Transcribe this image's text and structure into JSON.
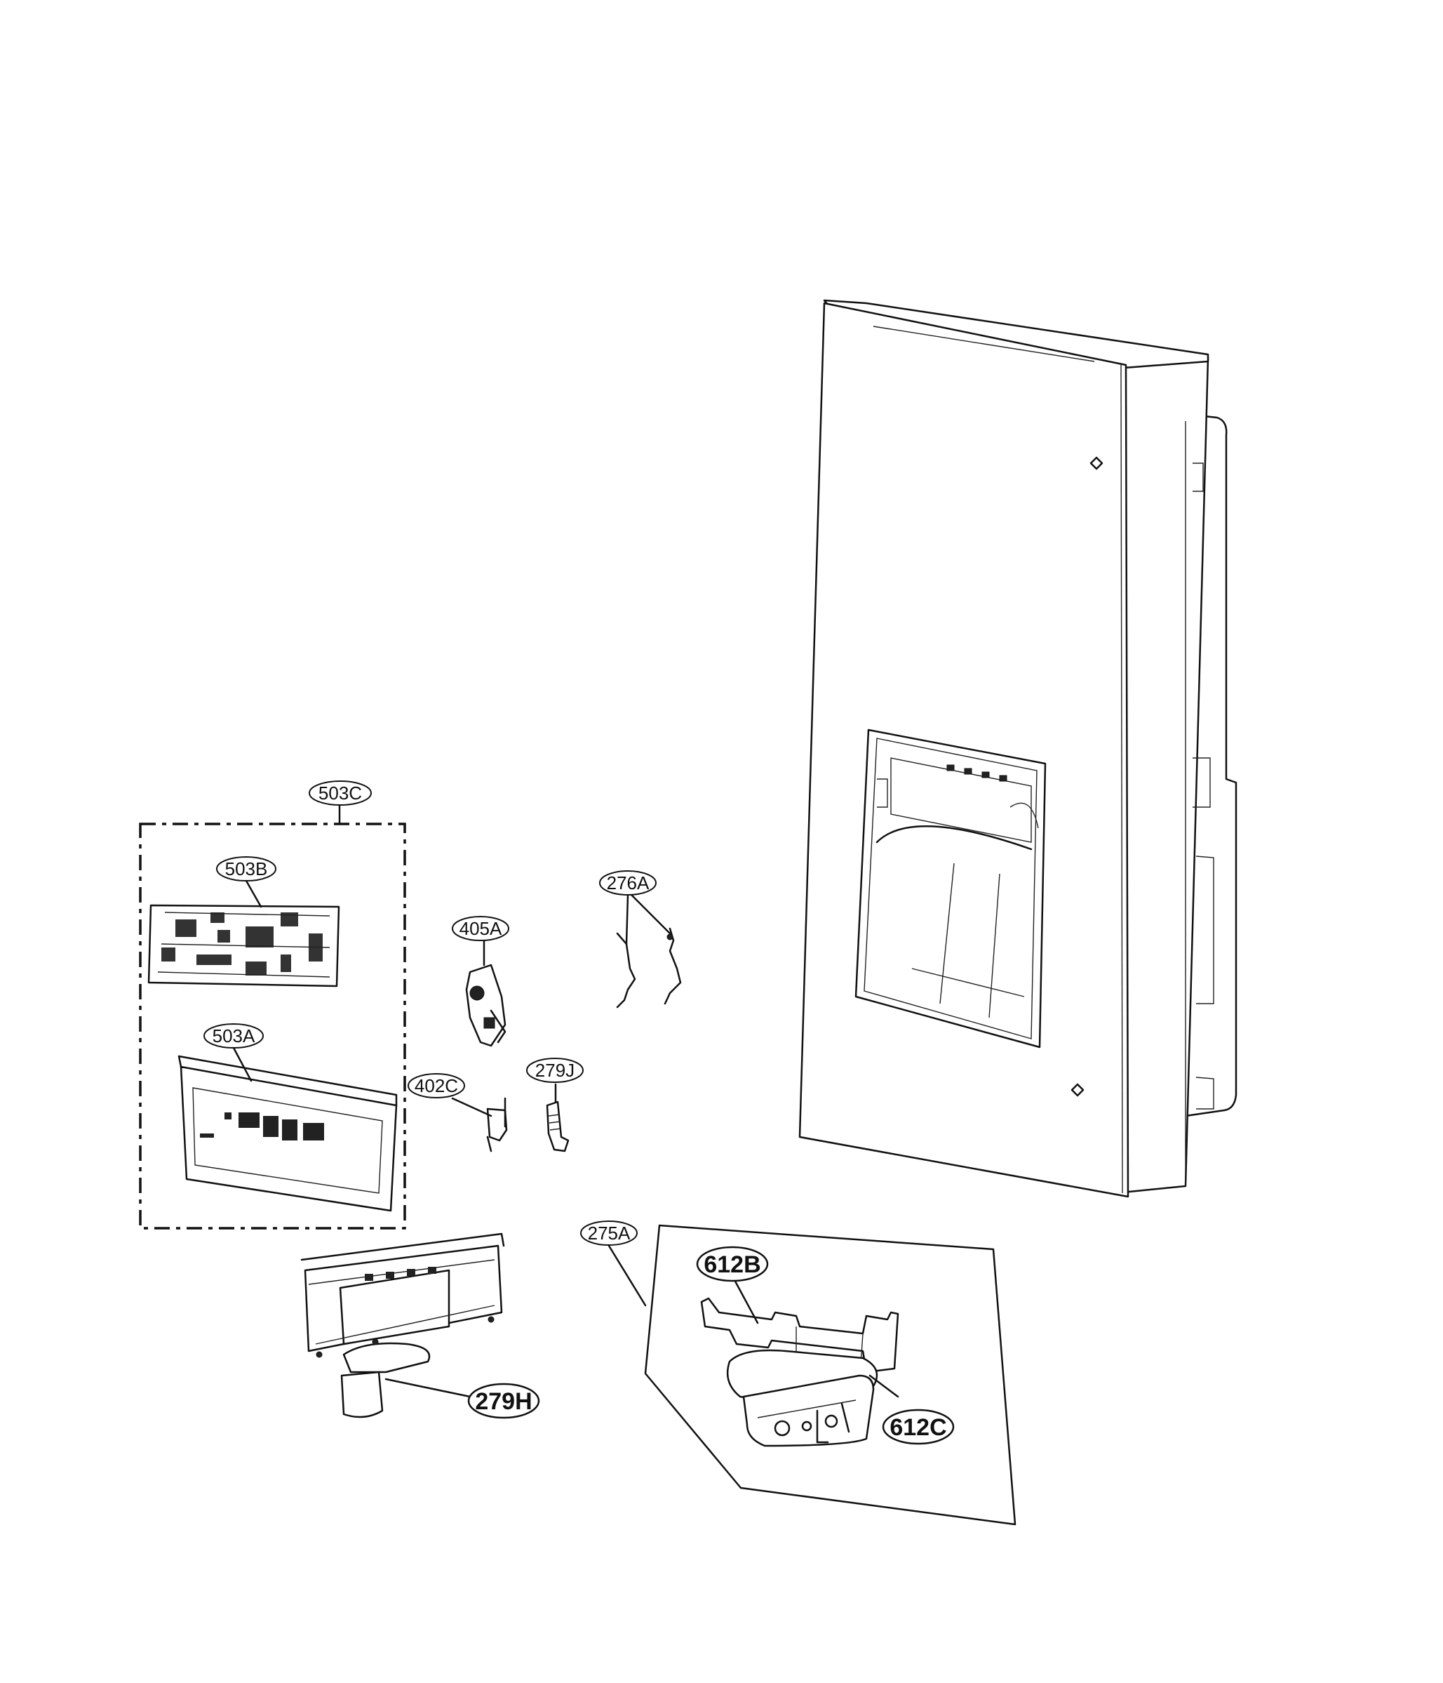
{
  "callouts": {
    "c503C": "503C",
    "c503B": "503B",
    "c503A": "503A",
    "c405A": "405A",
    "c276A": "276A",
    "c402C": "402C",
    "c279J": "279J",
    "c275A": "275A",
    "c279H": "279H",
    "c612B": "612B",
    "c612C": "612C"
  }
}
